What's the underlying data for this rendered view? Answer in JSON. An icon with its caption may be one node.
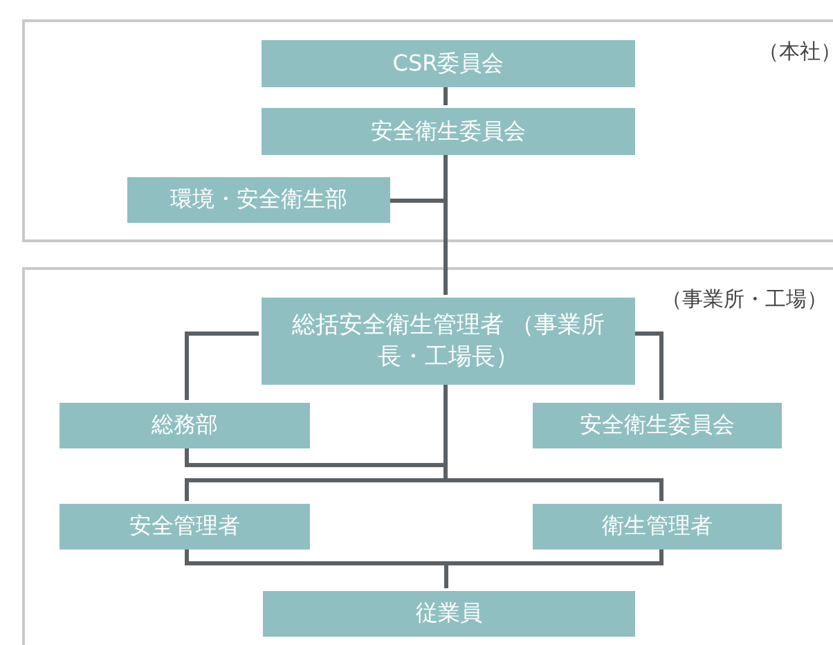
{
  "diagram": {
    "nodes": [
      {
        "text": [
          "（本社）"
        ]
      },
      {
        "text": [
          "CSR委員会"
        ],
        "in": 0
      },
      {
        "text": [
          "安全衛生委員会"
        ],
        "in": 0
      },
      {
        "text": [
          "環境・安全衛生部"
        ],
        "in": 0
      },
      {
        "text": [
          "（事業所・工場）"
        ]
      },
      {
        "text": [
          "総括安全衛生管理者 （事業所長・工場長）"
        ],
        "in": 4
      },
      {
        "text": [
          "総務部"
        ],
        "in": 4
      },
      {
        "text": [
          "安全衛生委員会"
        ],
        "in": 4
      },
      {
        "text": [
          "安全管理者"
        ],
        "in": 4
      },
      {
        "text": [
          "衛生管理者"
        ],
        "in": 4
      },
      {
        "text": [
          "従業員"
        ],
        "in": 4
      }
    ],
    "edges": [
      {
        "from": 1,
        "to": 2,
        "arrow": "none"
      },
      {
        "from": 2,
        "to": 5,
        "arrow": "none"
      },
      {
        "from": 2,
        "to": 3,
        "arrow": "none"
      },
      {
        "from": 5,
        "to": 6,
        "arrow": "none"
      },
      {
        "from": 6,
        "to": 5,
        "arrow": "none"
      },
      {
        "from": 5,
        "to": 7,
        "arrow": "none"
      },
      {
        "from": 5,
        "to": 8,
        "arrow": "none"
      },
      {
        "from": 5,
        "to": 9,
        "arrow": "none"
      },
      {
        "from": 8,
        "to": 10,
        "arrow": "none"
      },
      {
        "from": 9,
        "to": 10,
        "arrow": "none"
      }
    ]
  }
}
